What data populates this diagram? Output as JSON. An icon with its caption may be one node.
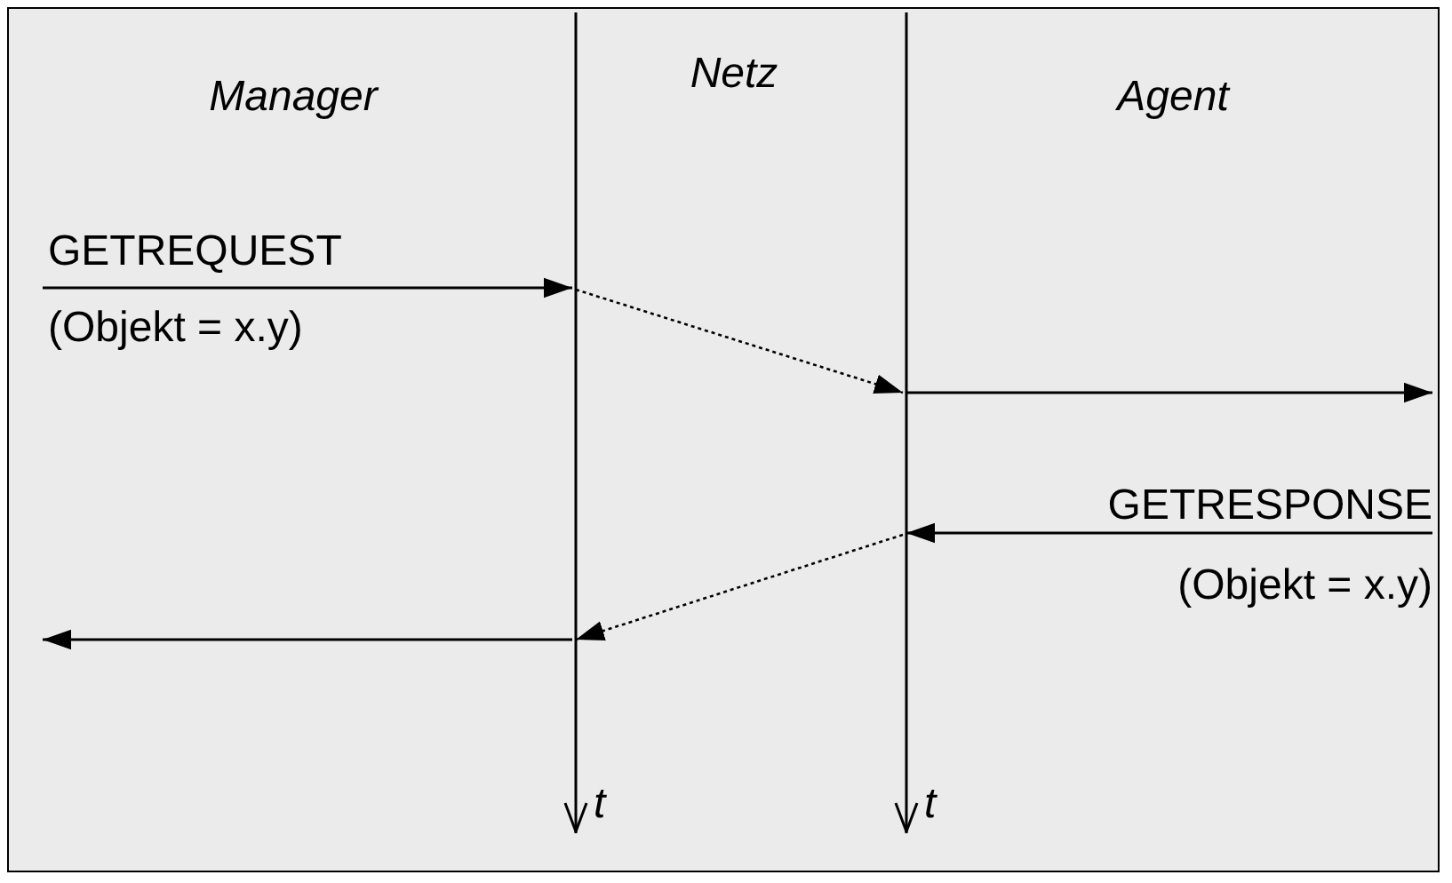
{
  "diagram": {
    "nodes": [
      {
        "text": [],
        "shape": "bar",
        "beside": [
          "t"
        ]
      },
      {
        "text": [],
        "shape": "bar",
        "beside": [
          "t"
        ]
      }
    ],
    "edges": [
      {
        "from": null,
        "to": 0,
        "arrow": "to",
        "label": "GETREQUEST"
      },
      {
        "from": 0,
        "to": 1,
        "arrow": "to",
        "style": "dashed"
      },
      {
        "from": 1,
        "to": null,
        "arrow": "to"
      },
      {
        "from": null,
        "to": 1,
        "arrow": "to",
        "label": "GETRESPONSE"
      },
      {
        "from": 1,
        "to": 0,
        "arrow": "to",
        "style": "dashed"
      },
      {
        "from": 0,
        "to": null,
        "arrow": "to"
      }
    ],
    "labels": [
      "Manager",
      "Netz",
      "Agent",
      "(Objekt = x.y)",
      "(Objekt = x.y)"
    ]
  }
}
